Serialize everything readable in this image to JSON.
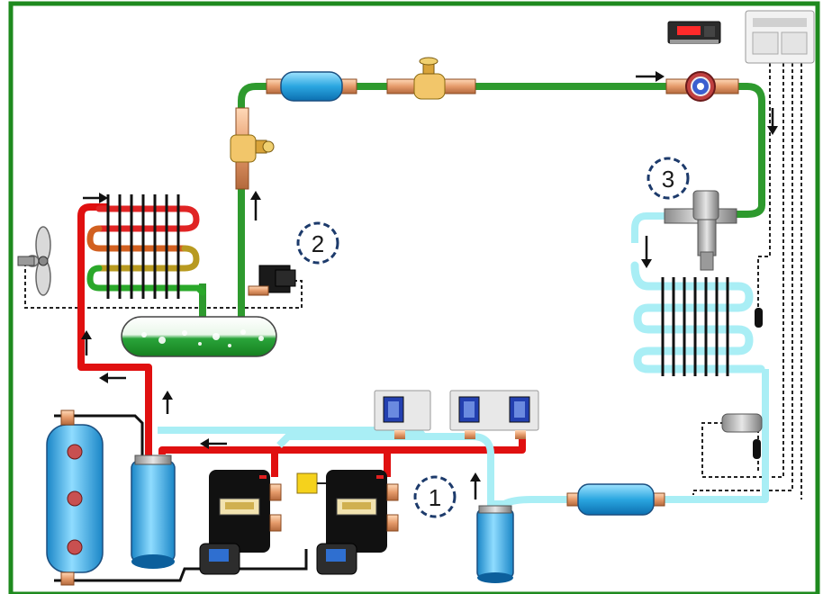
{
  "colors": {
    "frame": "#1e8a1e",
    "liquid_line": "#2e9a2e",
    "discharge_line": "#e01010",
    "suction_line": "#a9eef5",
    "signal_line": "#222222",
    "marker_ring": "#1c3a6b",
    "receiver_liquid": "#1f9a2a",
    "tank_body": "#3bb3e6"
  },
  "markers": [
    {
      "id": "1",
      "label": "1"
    },
    {
      "id": "2",
      "label": "2"
    },
    {
      "id": "3",
      "label": "3"
    }
  ],
  "icons": [
    "condenser-fan-icon",
    "condenser-coil-icon",
    "liquid-receiver-icon",
    "filter-drier-icon",
    "ball-valve-icon",
    "sight-glass-icon",
    "expansion-valve-icon",
    "evaporator-coil-icon",
    "solenoid-valve-icon",
    "pressure-switch-icon",
    "compressor-icon",
    "oil-separator-icon",
    "suction-accumulator-icon",
    "controller-display-icon",
    "control-module-icon",
    "temperature-sensor-icon",
    "vertical-tank-icon"
  ]
}
